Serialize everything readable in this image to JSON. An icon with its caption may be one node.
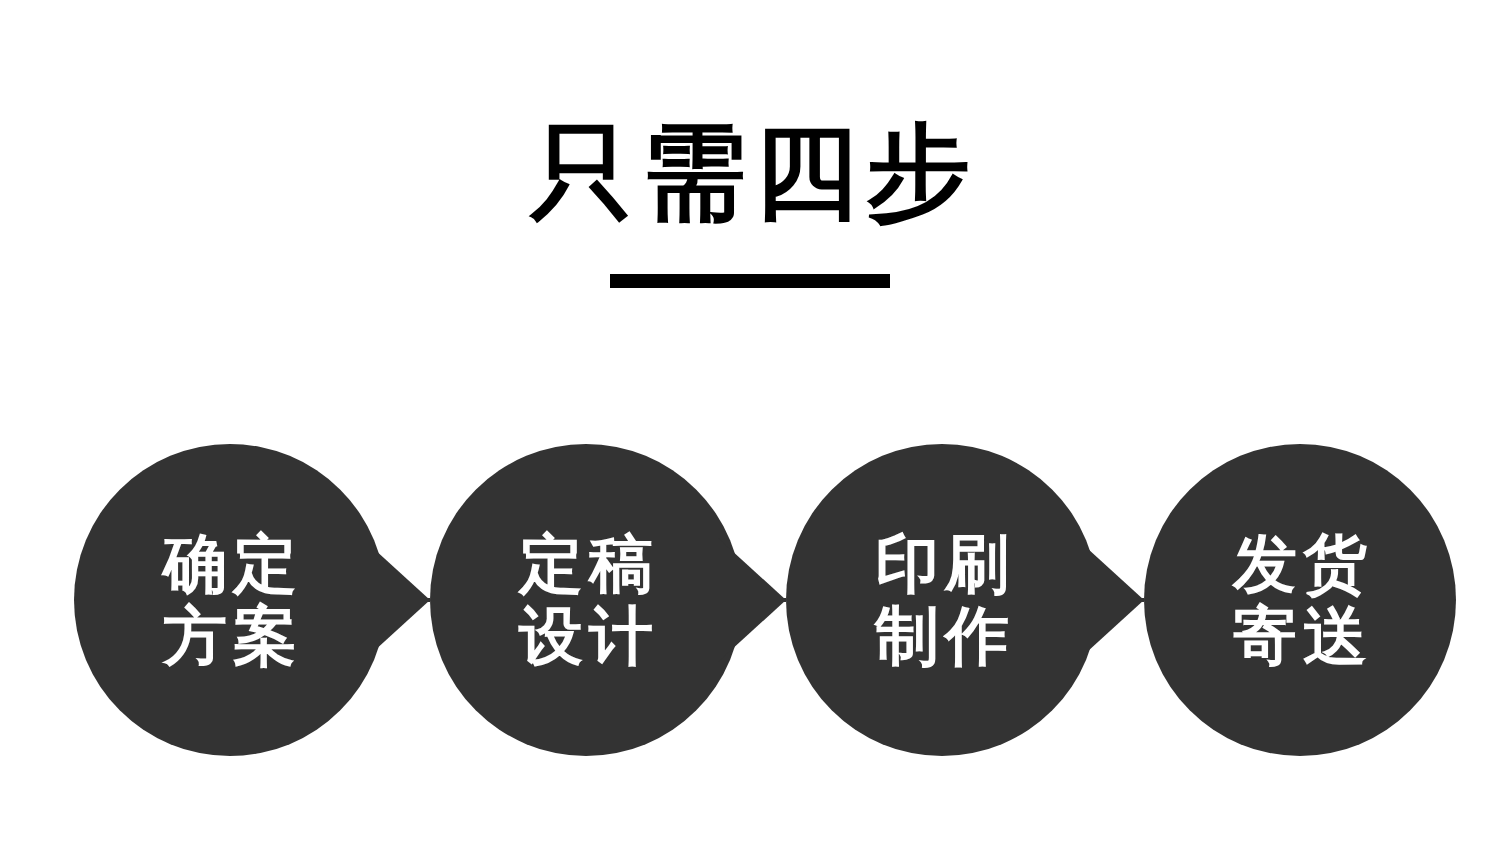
{
  "diagram": {
    "title": "只需四步",
    "nodes": [
      {
        "text": [
          "确定方案"
        ]
      },
      {
        "text": [
          "定稿设计"
        ]
      },
      {
        "text": [
          "印刷制作"
        ]
      },
      {
        "text": [
          "发货寄送"
        ]
      }
    ],
    "edges": [
      {
        "from": 0,
        "to": 1,
        "arrow": "to"
      },
      {
        "from": 1,
        "to": 2,
        "arrow": "to"
      },
      {
        "from": 2,
        "to": 3,
        "arrow": "to"
      }
    ]
  }
}
